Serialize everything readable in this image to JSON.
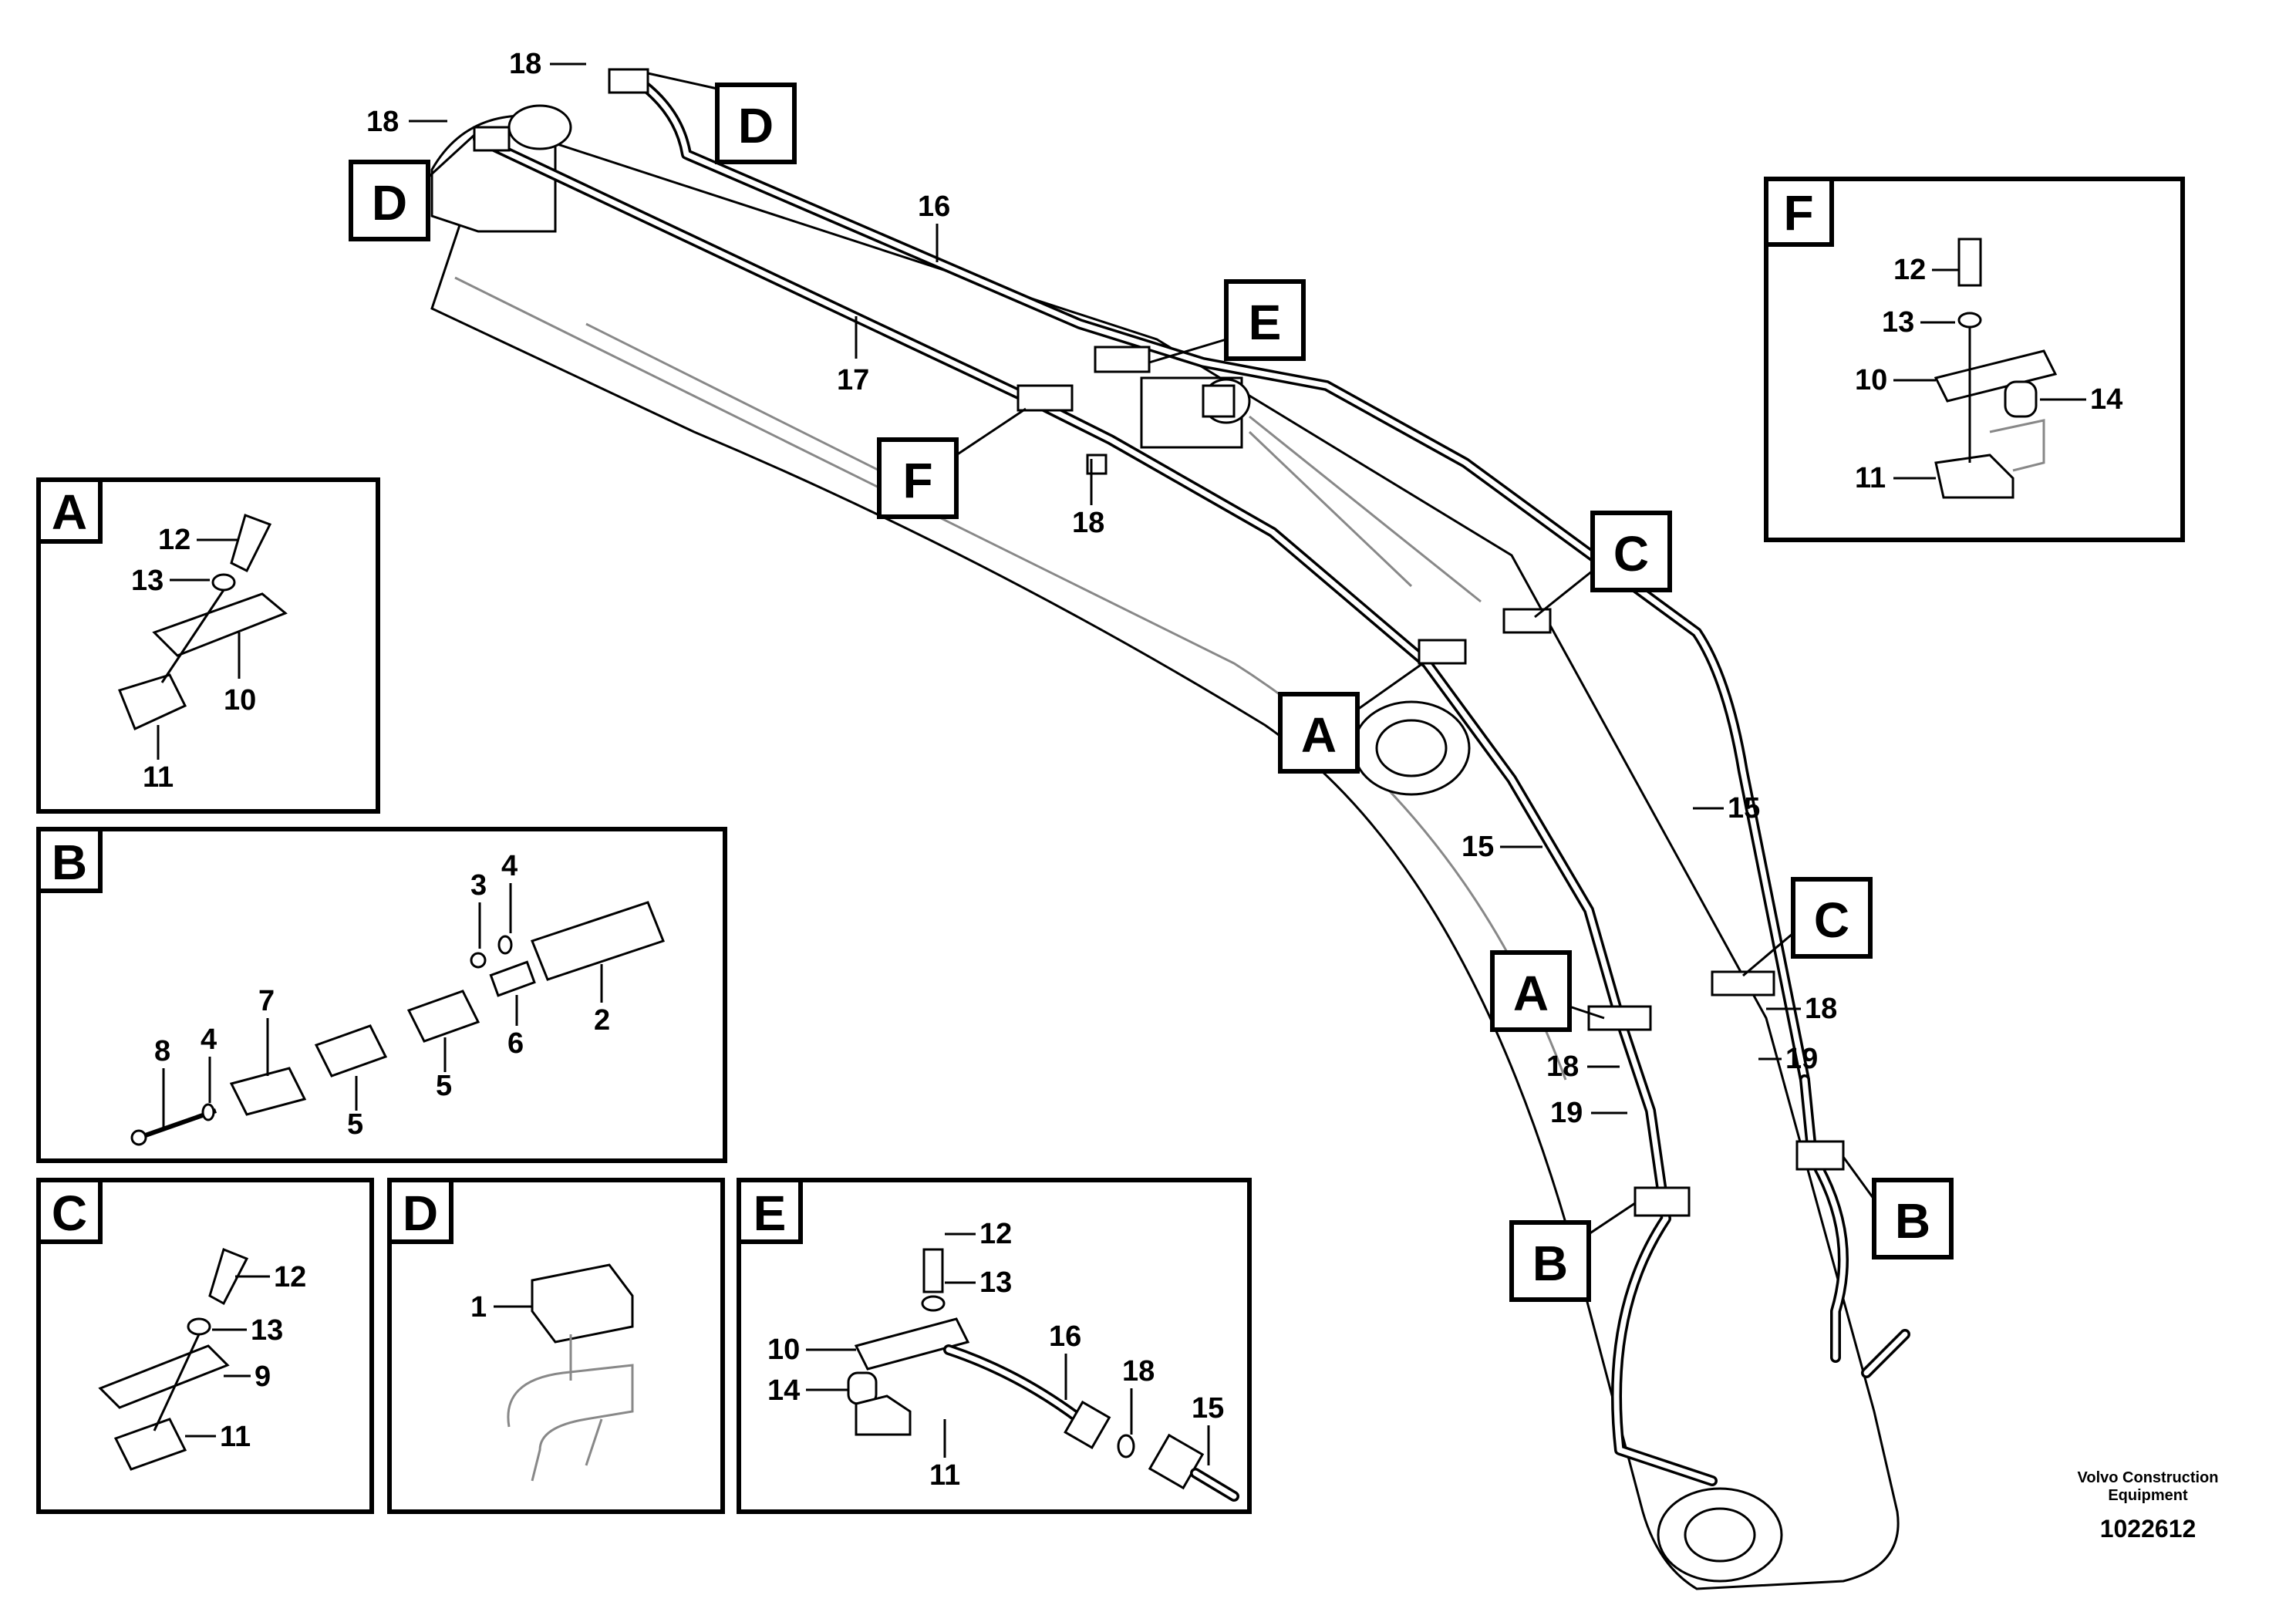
{
  "callouts": {
    "A": "A",
    "B": "B",
    "C": "C",
    "D": "D",
    "E": "E",
    "F": "F"
  },
  "main_labels": {
    "n15": "15",
    "n16": "16",
    "n17": "17",
    "n18": "18",
    "n19": "19"
  },
  "detail_A": {
    "tag": "A",
    "p12": "12",
    "p13": "13",
    "p10": "10",
    "p11": "11"
  },
  "detail_B": {
    "tag": "B",
    "p2": "2",
    "p3": "3",
    "p4": "4",
    "p5": "5",
    "p6": "6",
    "p7": "7",
    "p8": "8"
  },
  "detail_C": {
    "tag": "C",
    "p12": "12",
    "p13": "13",
    "p9": "9",
    "p11": "11"
  },
  "detail_D": {
    "tag": "D",
    "p1": "1"
  },
  "detail_E": {
    "tag": "E",
    "p10": "10",
    "p11": "11",
    "p12": "12",
    "p13": "13",
    "p14": "14",
    "p15": "15",
    "p16": "16",
    "p18": "18"
  },
  "detail_F": {
    "tag": "F",
    "p10": "10",
    "p11": "11",
    "p12": "12",
    "p13": "13",
    "p14": "14"
  },
  "footer": {
    "brand_line1": "Volvo Construction",
    "brand_line2": "Equipment",
    "drawing_number": "1022612"
  }
}
